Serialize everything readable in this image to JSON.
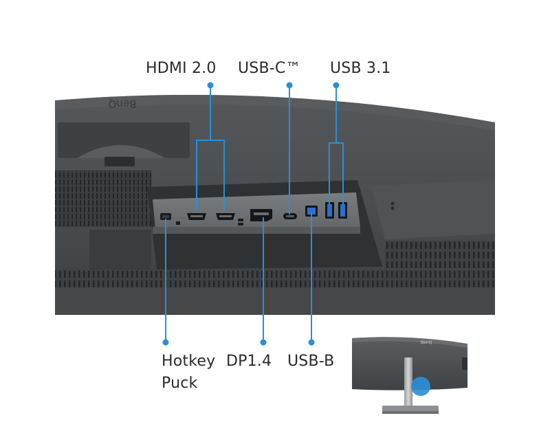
{
  "labels": {
    "hdmi": "HDMI 2.0",
    "usbc": "USB-C™",
    "usb31": "USB 3.1",
    "hotkey_line1": "Hotkey",
    "hotkey_line2": "Puck",
    "dp": "DP1.4",
    "usbb": "USB-B"
  },
  "brand": {
    "logo_text": "BenQ"
  },
  "colors": {
    "callout": "#2a8fd6",
    "monitor_body": "#4a4d50",
    "port_panel": "#6f7275",
    "usb_blue": "#2d6fd0",
    "background": "#ffffff"
  }
}
